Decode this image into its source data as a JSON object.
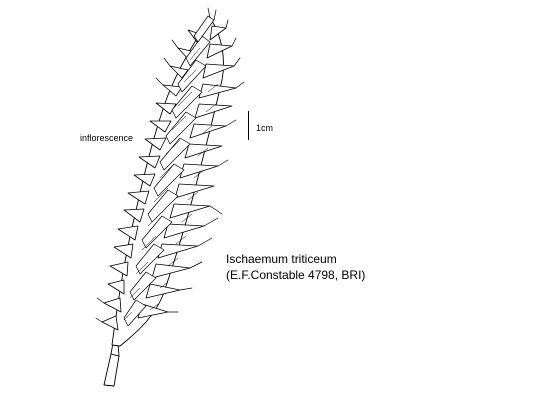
{
  "labels": {
    "inflorescence": "inflorescence",
    "scale": "1cm"
  },
  "caption": {
    "species": "Ischaemum triticeum",
    "collection": "(E.F.Constable 4798, BRI)"
  },
  "colors": {
    "ink": "#000000",
    "background": "#ffffff"
  }
}
